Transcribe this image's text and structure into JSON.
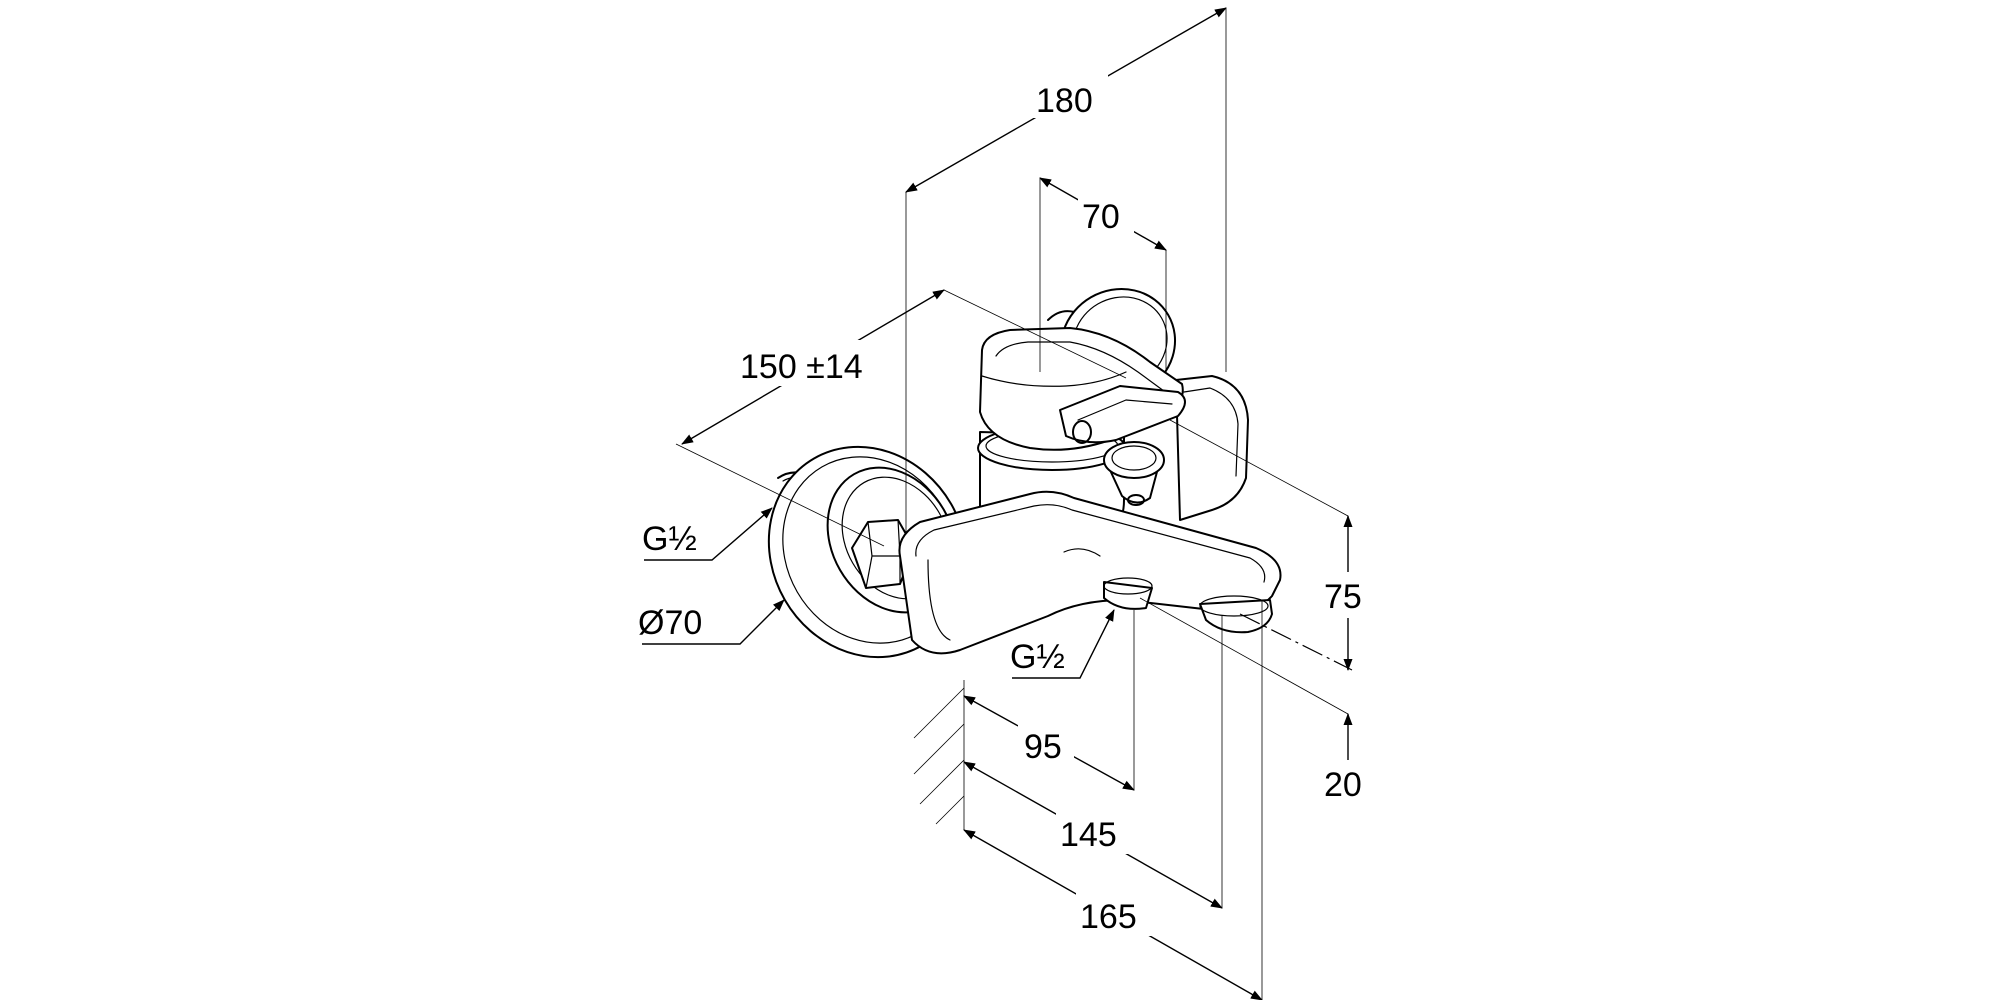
{
  "drawing": {
    "dimensions": {
      "overall_depth": "180",
      "handle_depth": "70",
      "connection_centres": "150 ±14",
      "supply_thread": "G½",
      "escutcheon_diameter": "Ø70",
      "outlet_thread": "G½",
      "outlet_projection": "95",
      "spout_projection": "145",
      "total_projection": "165",
      "spout_height": "75",
      "outlet_offset": "20"
    }
  }
}
